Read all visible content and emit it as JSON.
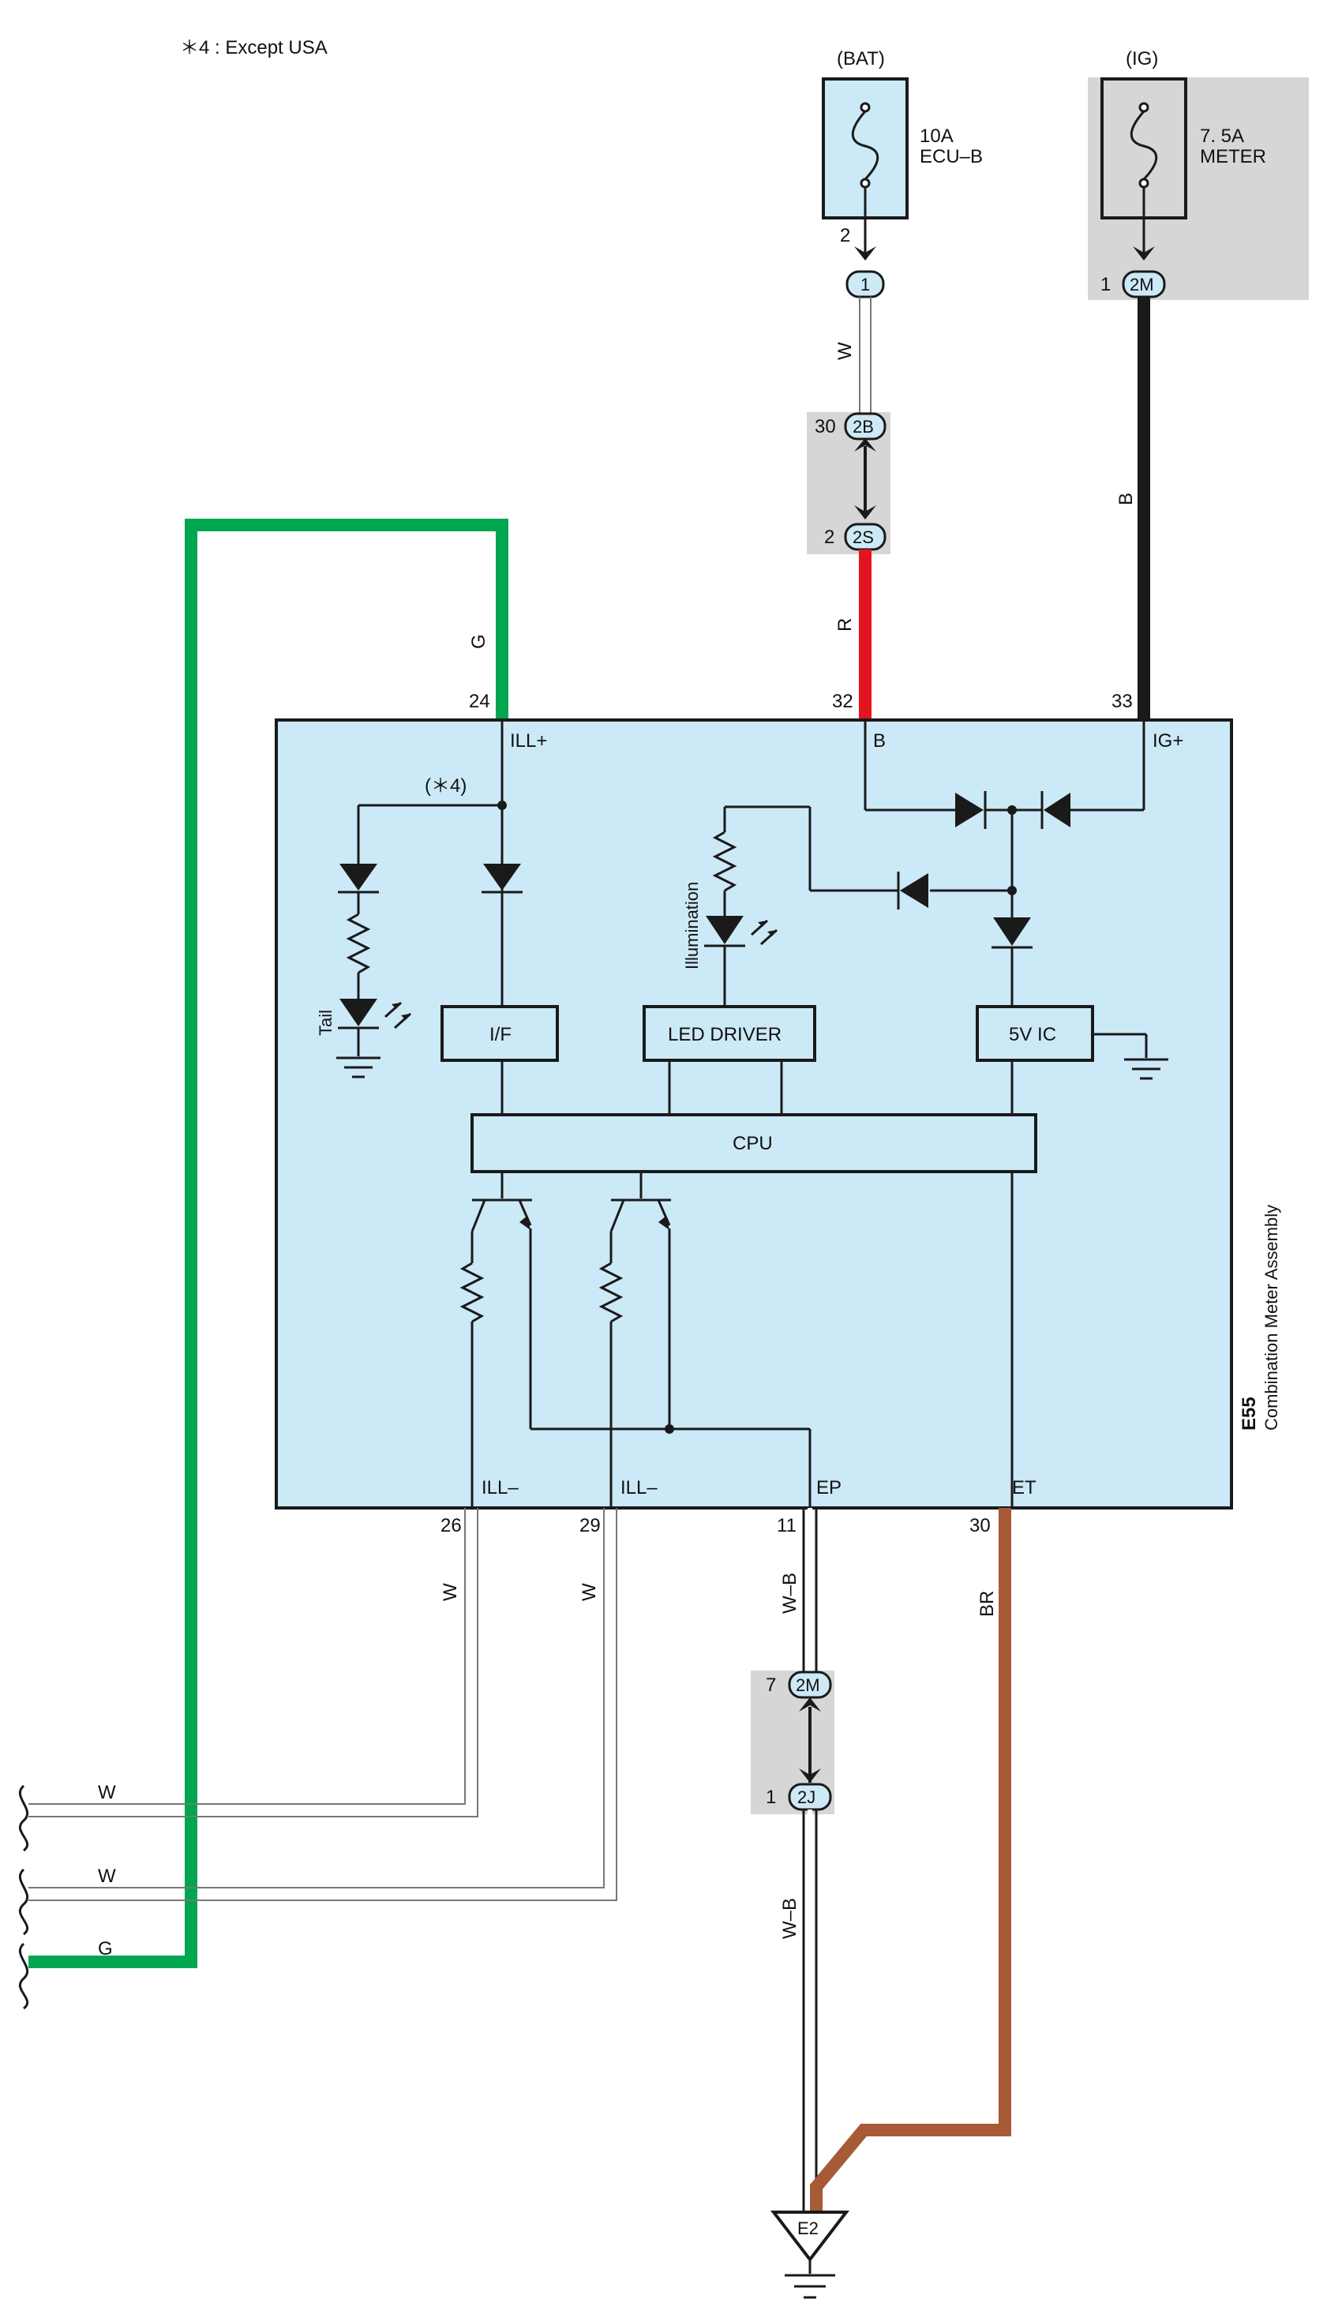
{
  "note": "＊4 : Except USA",
  "sources": {
    "bat": {
      "label": "(BAT)",
      "fuse_rating": "10A",
      "fuse_name": "ECU–B"
    },
    "ig": {
      "label": "(IG)",
      "fuse_rating": "7. 5A",
      "fuse_name": "METER"
    }
  },
  "component": {
    "code": "E55",
    "name": "Combination Meter Assembly"
  },
  "terminals": {
    "ill_plus": "ILL+",
    "b": "B",
    "ig_plus": "IG+",
    "ill_minus_1": "ILL–",
    "ill_minus_2": "ILL–",
    "ep": "EP",
    "et": "ET"
  },
  "pins": {
    "p24": "24",
    "p32": "32",
    "p33": "33",
    "p26": "26",
    "p29": "29",
    "p11": "11",
    "p30": "30",
    "bat_fuse_pin": "2",
    "ig_fuse_pin": "1",
    "p30_2b": "30",
    "p2_2s": "2",
    "p7_2m": "7",
    "p1_2j": "1"
  },
  "connectors": {
    "c1": "1",
    "c2m_top": "2M",
    "c2b": "2B",
    "c2s": "2S",
    "c2m_bottom": "2M",
    "c2j": "2J"
  },
  "internal_blocks": {
    "if": "I/F",
    "led_driver": "LED DRIVER",
    "ic5v": "5V IC",
    "cpu": "CPU"
  },
  "internal_labels": {
    "note_ref": "(＊4)",
    "tail": "Tail",
    "illumination": "Illumination"
  },
  "wires": {
    "w_bat": "W",
    "r": "R",
    "b": "B",
    "g": "G",
    "w26": "W",
    "w29": "W",
    "wb_top": "W–B",
    "br": "BR",
    "wb_bottom": "W–B",
    "left_w1": "W",
    "left_w2": "W",
    "left_g": "G"
  },
  "ground": {
    "e2": "E2"
  },
  "colors": {
    "green": "#00a650",
    "red": "#e3141f",
    "black": "#1a1a1a",
    "brown": "#a65a35",
    "box_fill": "#cce9f7",
    "gray_bg": "#d6d6d6"
  }
}
